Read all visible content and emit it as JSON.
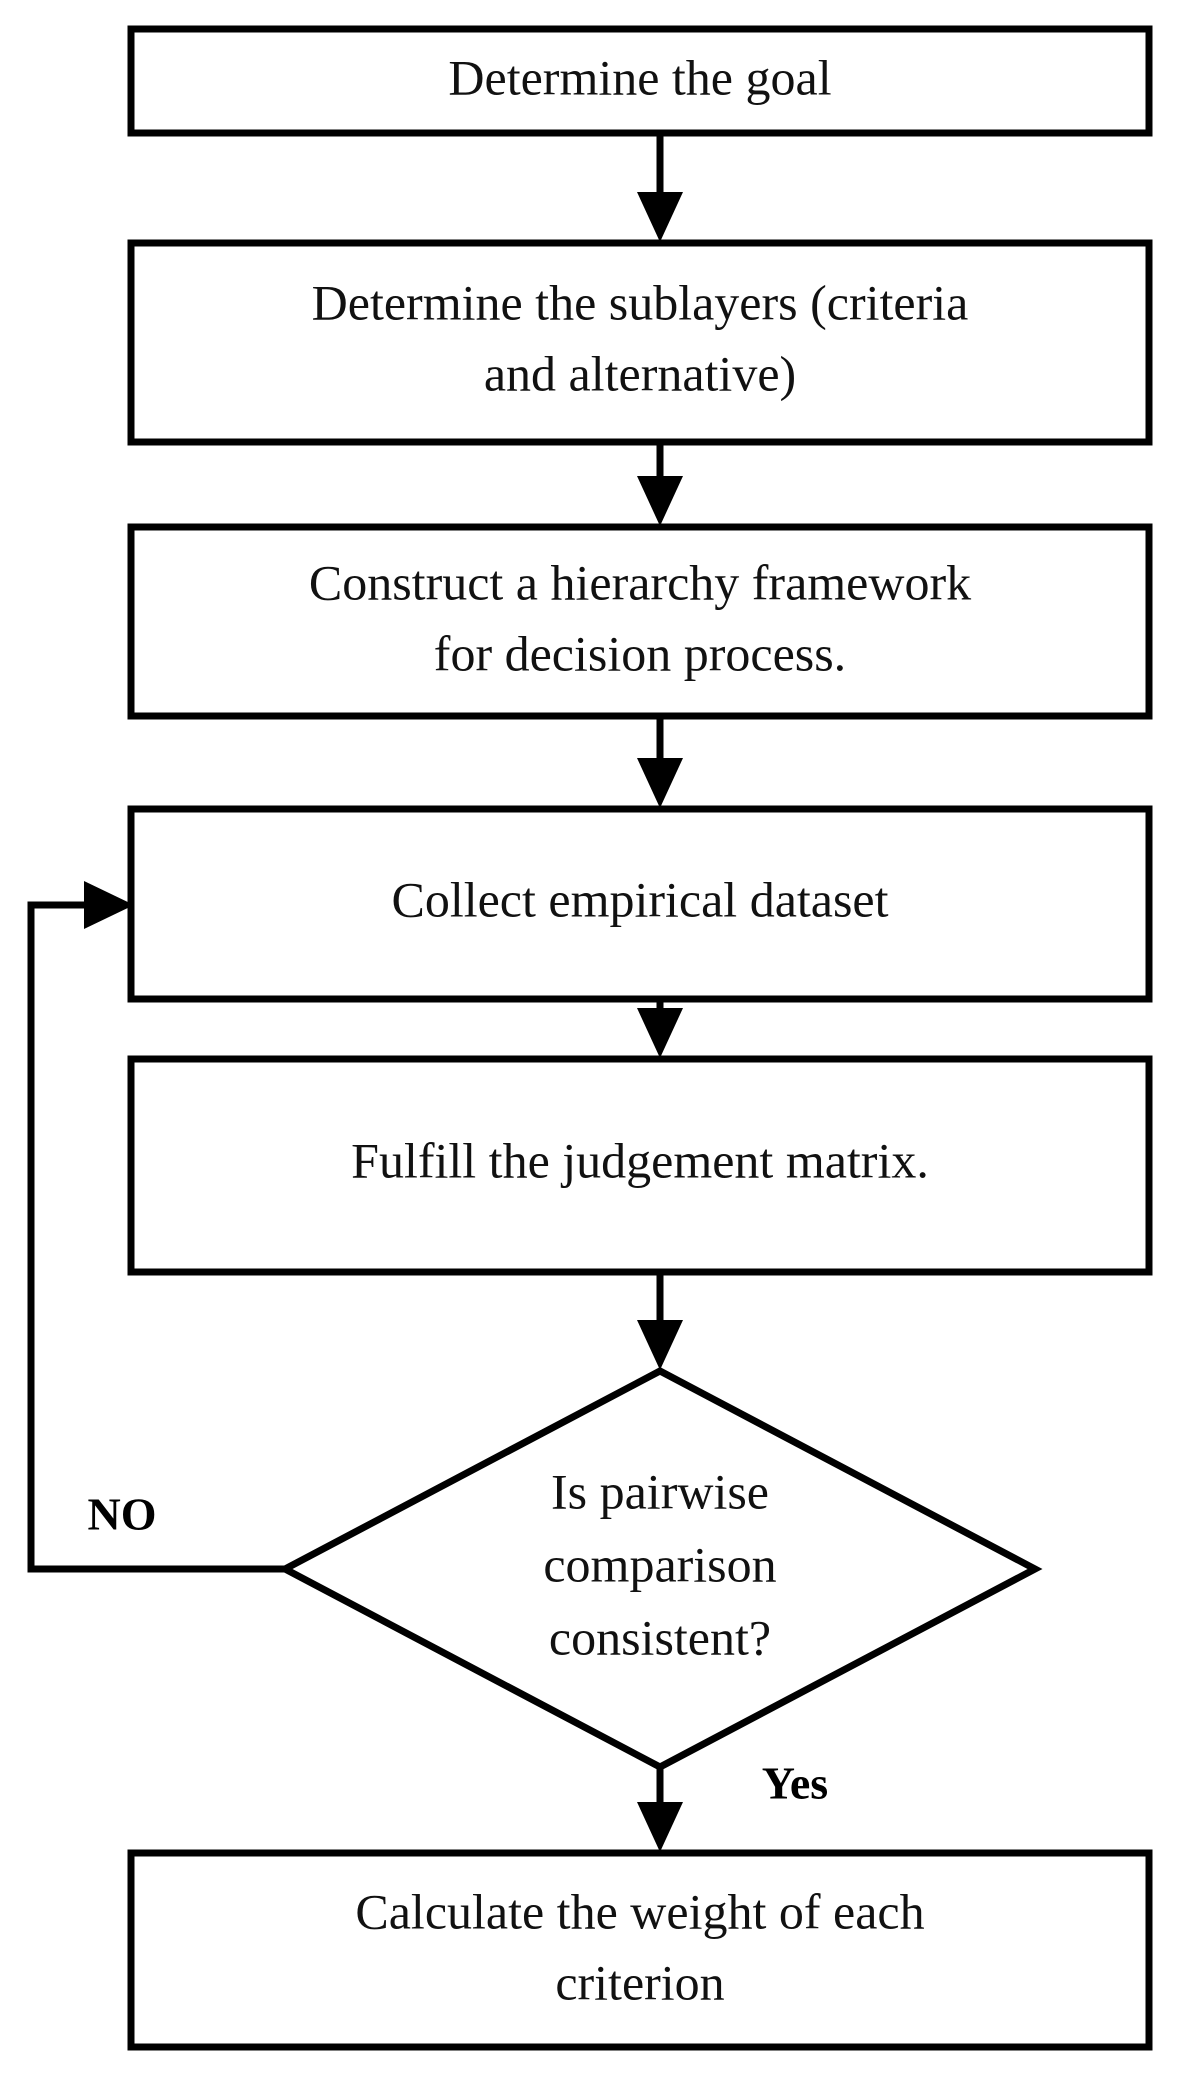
{
  "diagram": {
    "title": "AHP decision process flowchart",
    "background_color": "#ffffff",
    "line_color": "#000000",
    "text_color": "#111111",
    "nodes": [
      {
        "id": "determine-goal",
        "shape": "process",
        "lines": [
          "Determine the goal"
        ]
      },
      {
        "id": "determine-sublayers",
        "shape": "process",
        "lines": [
          "Determine the sublayers (criteria",
          "and alternative)"
        ]
      },
      {
        "id": "construct-hierarchy",
        "shape": "process",
        "lines": [
          "Construct a hierarchy framework",
          "for decision process."
        ]
      },
      {
        "id": "collect-dataset",
        "shape": "process",
        "lines": [
          "Collect empirical dataset"
        ]
      },
      {
        "id": "fulfill-matrix",
        "shape": "process",
        "lines": [
          "Fulfill the judgement matrix."
        ]
      },
      {
        "id": "consistency-check",
        "shape": "decision",
        "lines": [
          "Is pairwise",
          "comparison",
          "consistent?"
        ]
      },
      {
        "id": "calculate-weight",
        "shape": "process",
        "lines": [
          "Calculate the weight of each",
          "criterion"
        ]
      }
    ],
    "edge_labels": {
      "no": "NO",
      "yes": "Yes"
    }
  }
}
